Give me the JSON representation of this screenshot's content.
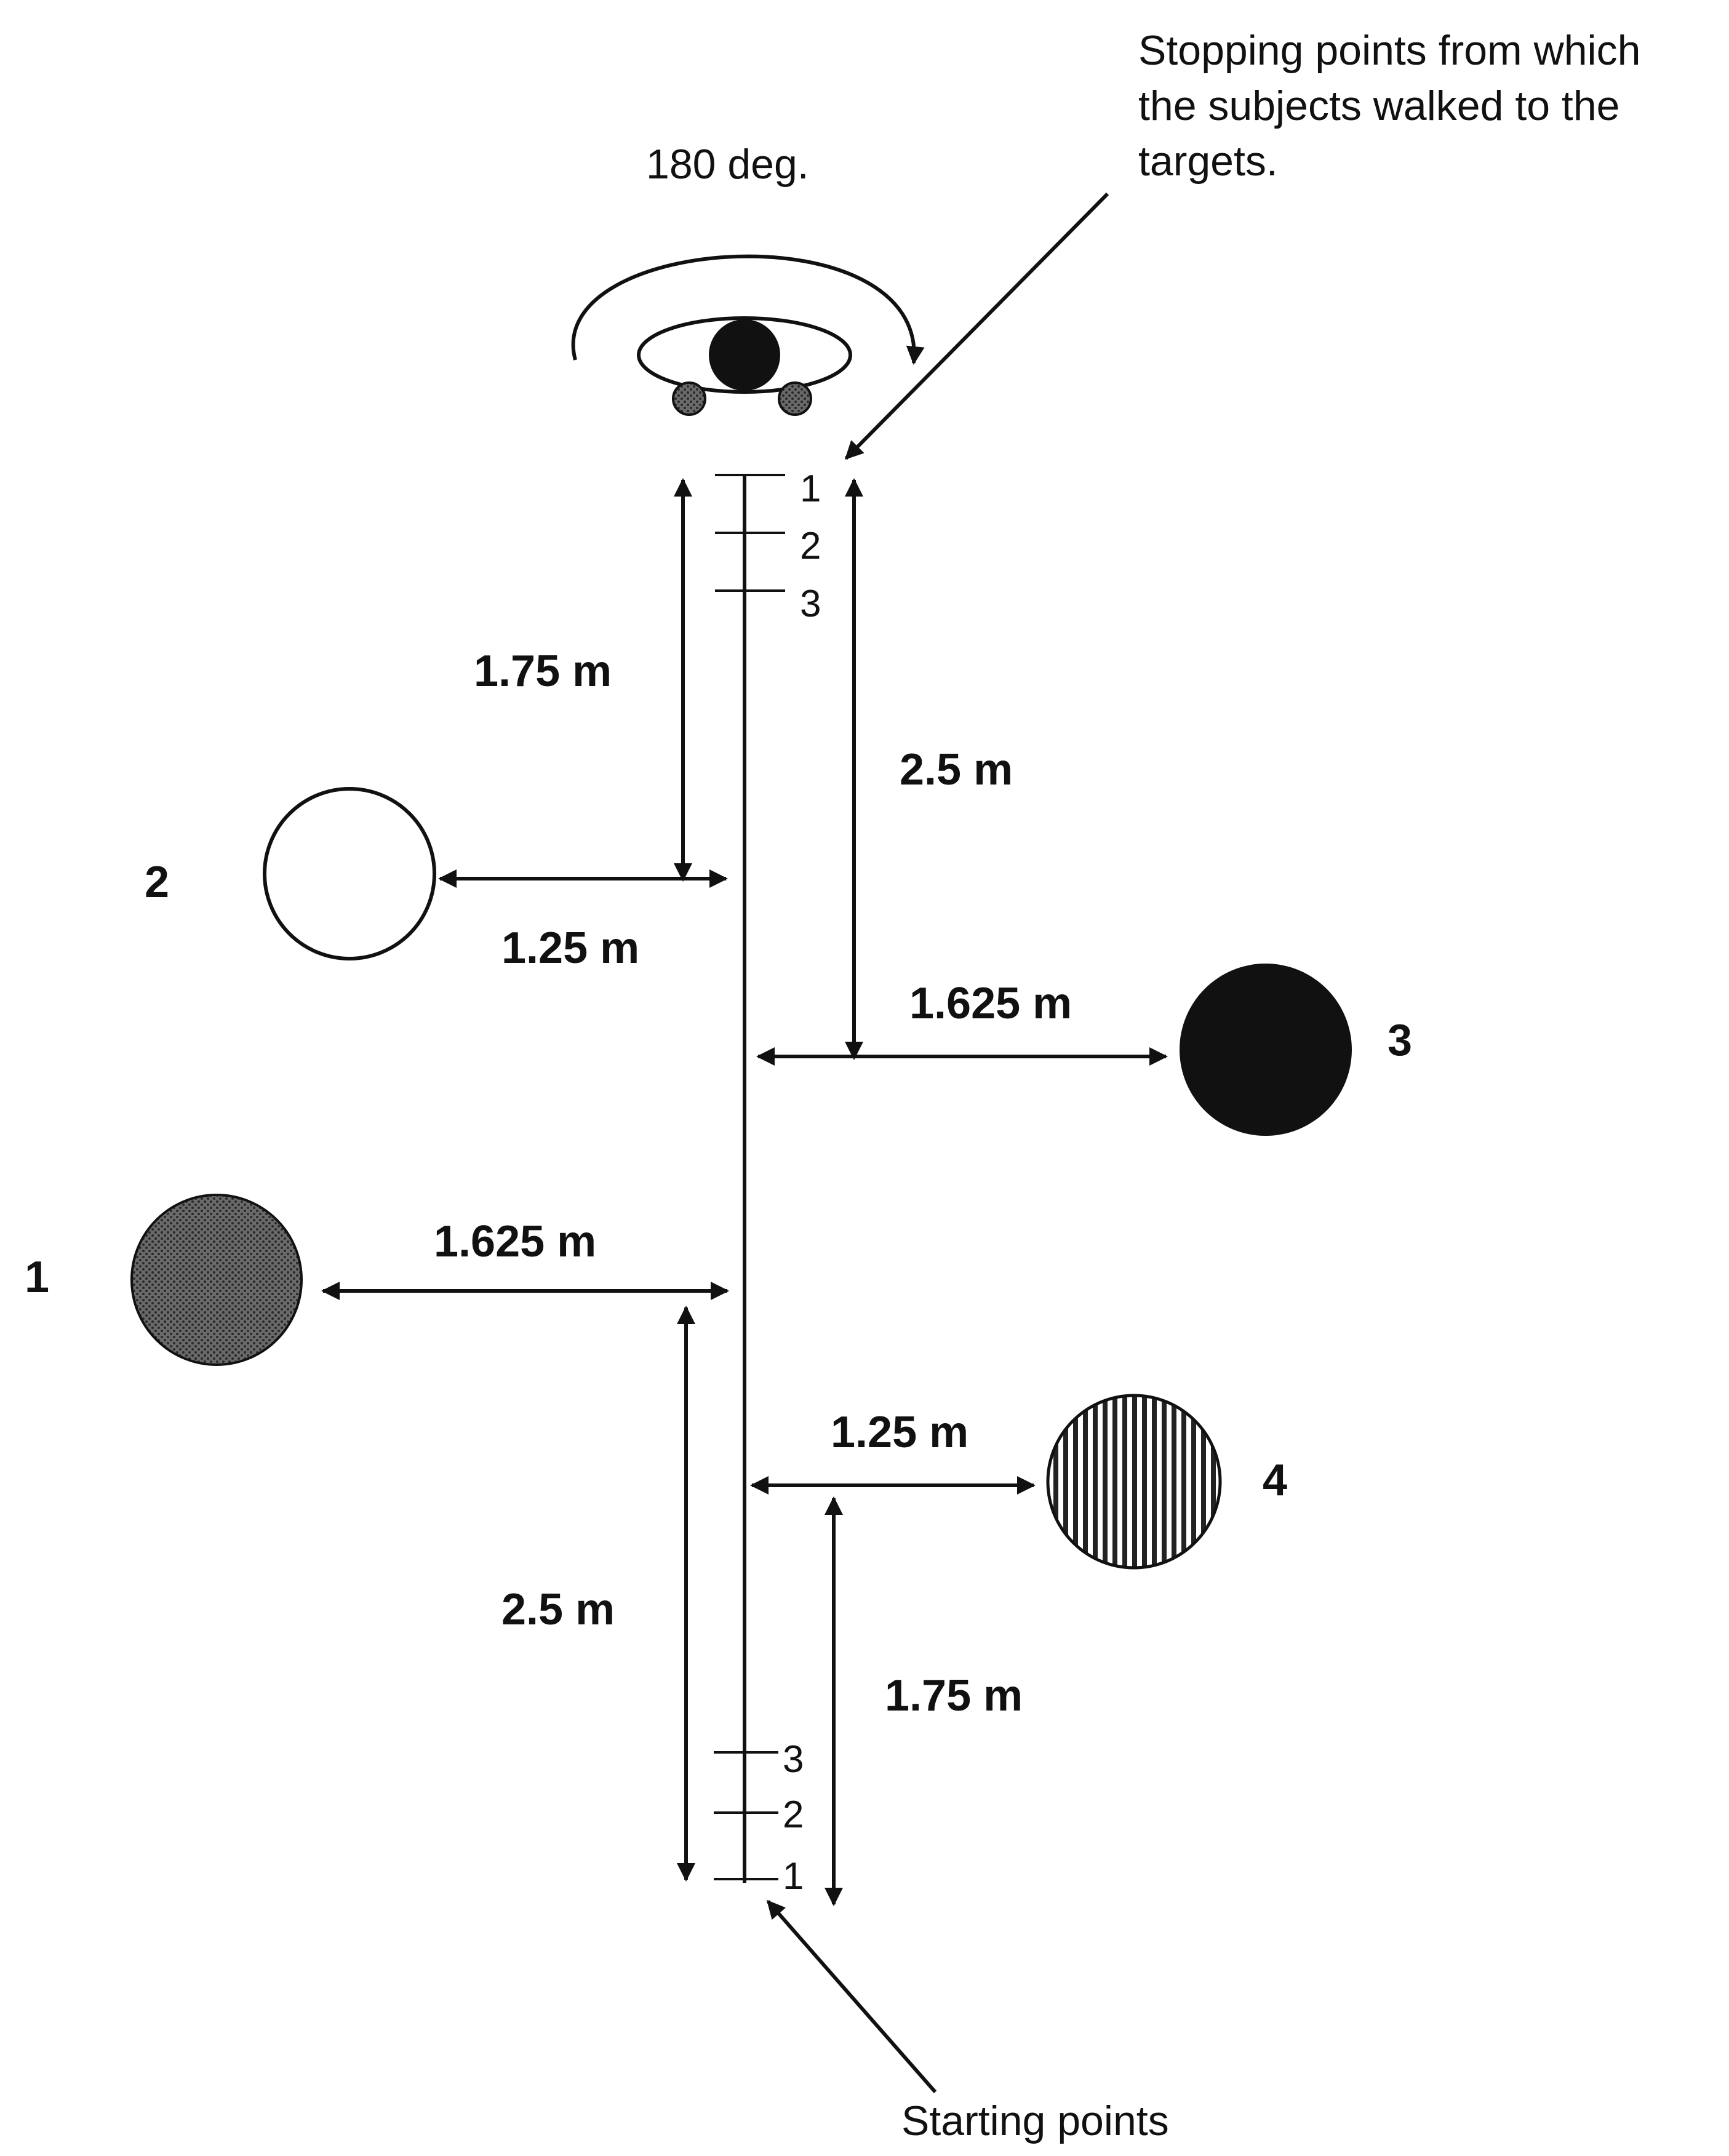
{
  "annotations": {
    "rotation": "180 deg.",
    "stopping_points": [
      "Stopping points from which",
      "the subjects walked to the",
      "targets."
    ],
    "starting_points": "Starting points"
  },
  "path_ticks": {
    "top": [
      "1",
      "2",
      "3"
    ],
    "bottom": [
      "3",
      "2",
      "1"
    ]
  },
  "targets": [
    {
      "id": "1",
      "fill": "dense-dot"
    },
    {
      "id": "2",
      "fill": "white"
    },
    {
      "id": "3",
      "fill": "black"
    },
    {
      "id": "4",
      "fill": "vertical-lines"
    }
  ],
  "distances": {
    "top_to_target2_vertical": "1.75 m",
    "path_to_target2_horizontal": "1.25 m",
    "top_to_target3_vertical": "2.5 m",
    "path_to_target3_horizontal": "1.625 m",
    "path_to_target1_horizontal": "1.625 m",
    "target1_to_bottom_vertical": "2.5 m",
    "path_to_target4_horizontal": "1.25 m",
    "target4_to_bottom_vertical": "1.75 m"
  },
  "colors": {
    "ink": "#111111",
    "background": "#ffffff"
  }
}
